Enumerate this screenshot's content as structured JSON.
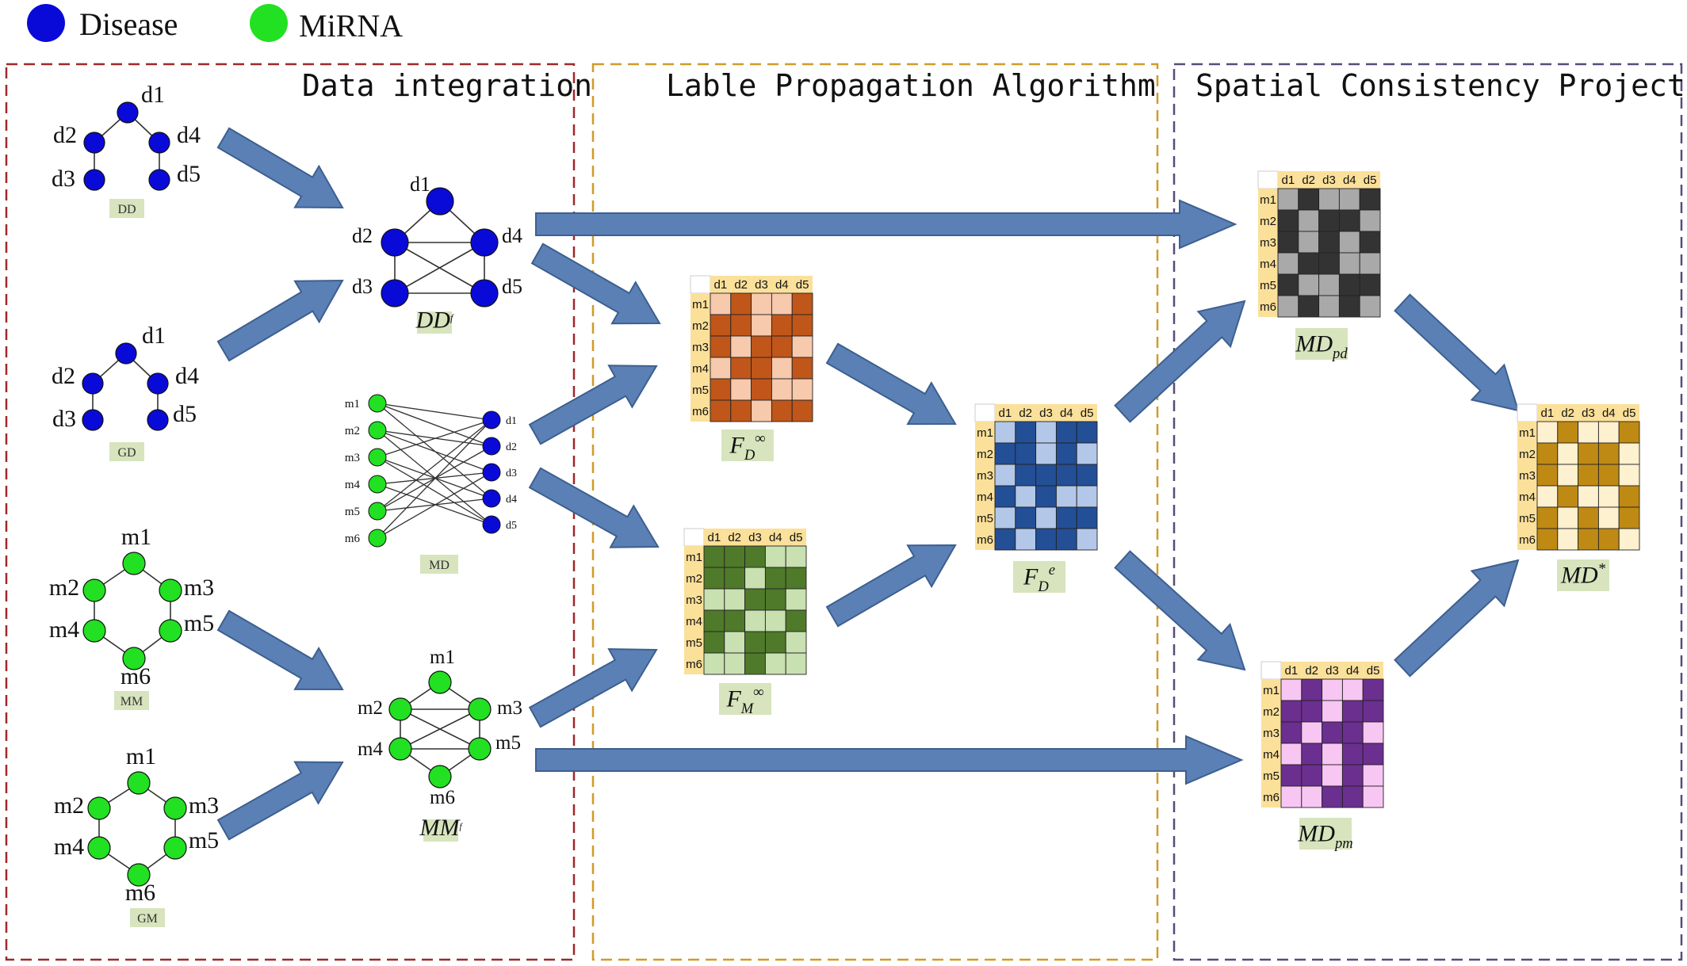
{
  "legend": {
    "disease": "Disease",
    "mirna": "MiRNA"
  },
  "colors": {
    "disease": "#0a0ad8",
    "mirna": "#22e022",
    "arrow": "#5b80b6",
    "arrow_edge": "#3d5f8f",
    "panel1_border": "#a0282a",
    "panel2_border": "#d29a28",
    "panel3_border": "#5a4a7a",
    "tag_bg": "#d7e4bd",
    "header_bg": "#fbe09a"
  },
  "sections": {
    "data_integration": "Data integration",
    "label_propagation": "Lable Propagation Algorithm",
    "spatial_projection": "Spatial Consistency Projection"
  },
  "graphs": {
    "dd": {
      "tag": "DD",
      "nodes": [
        "d1",
        "d2",
        "d4",
        "d3",
        "d5"
      ]
    },
    "gd": {
      "tag": "GD",
      "nodes": [
        "d1",
        "d2",
        "d4",
        "d3",
        "d5"
      ]
    },
    "ddf": {
      "nodes": [
        "d1",
        "d2",
        "d4",
        "d3",
        "d5"
      ]
    },
    "mm": {
      "tag": "MM",
      "nodes": [
        "m1",
        "m2",
        "m3",
        "m4",
        "m5",
        "m6"
      ]
    },
    "gm": {
      "tag": "GM",
      "nodes": [
        "m1",
        "m2",
        "m3",
        "m4",
        "m5",
        "m6"
      ]
    },
    "mmf": {
      "nodes": [
        "m1",
        "m2",
        "m3",
        "m4",
        "m5",
        "m6"
      ]
    },
    "md": {
      "tag": "MD",
      "left": [
        "m1",
        "m2",
        "m3",
        "m4",
        "m5",
        "m6"
      ],
      "right": [
        "d1",
        "d2",
        "d3",
        "d4",
        "d5"
      ]
    }
  },
  "matrix_headers": {
    "cols": [
      "d1",
      "d2",
      "d3",
      "d4",
      "d5"
    ],
    "rows": [
      "m1",
      "m2",
      "m3",
      "m4",
      "m5",
      "m6"
    ]
  },
  "matrices": {
    "fd_inf": {
      "dark": "#c0561a",
      "light": "#f7c9ad",
      "pattern": [
        [
          0,
          1,
          0,
          0,
          1
        ],
        [
          1,
          1,
          0,
          1,
          1
        ],
        [
          1,
          0,
          1,
          1,
          0
        ],
        [
          0,
          1,
          1,
          0,
          1
        ],
        [
          1,
          0,
          1,
          0,
          0
        ],
        [
          1,
          1,
          0,
          1,
          1
        ]
      ]
    },
    "fm_inf": {
      "dark": "#4f7a2a",
      "light": "#c9e0b0",
      "pattern": [
        [
          1,
          1,
          1,
          0,
          0
        ],
        [
          1,
          1,
          0,
          1,
          1
        ],
        [
          0,
          0,
          1,
          1,
          0
        ],
        [
          1,
          1,
          0,
          0,
          1
        ],
        [
          1,
          0,
          1,
          1,
          0
        ],
        [
          0,
          0,
          1,
          0,
          0
        ]
      ]
    },
    "fde": {
      "dark": "#234f96",
      "light": "#b3c8e8",
      "pattern": [
        [
          0,
          1,
          0,
          1,
          1
        ],
        [
          1,
          1,
          0,
          1,
          0
        ],
        [
          0,
          1,
          1,
          1,
          1
        ],
        [
          1,
          0,
          1,
          0,
          0
        ],
        [
          0,
          1,
          0,
          1,
          1
        ],
        [
          1,
          0,
          1,
          1,
          0
        ]
      ]
    },
    "mdpd": {
      "dark": "#333333",
      "light": "#a9a9a9",
      "pattern": [
        [
          0,
          1,
          0,
          0,
          1
        ],
        [
          1,
          0,
          1,
          1,
          0
        ],
        [
          1,
          0,
          1,
          0,
          1
        ],
        [
          0,
          1,
          1,
          0,
          0
        ],
        [
          1,
          0,
          0,
          1,
          1
        ],
        [
          0,
          1,
          0,
          1,
          0
        ]
      ]
    },
    "mdpm": {
      "dark": "#6b2f90",
      "light": "#f7c6f2",
      "pattern": [
        [
          0,
          1,
          0,
          0,
          1
        ],
        [
          1,
          1,
          0,
          1,
          1
        ],
        [
          1,
          0,
          1,
          1,
          0
        ],
        [
          0,
          1,
          0,
          1,
          1
        ],
        [
          1,
          1,
          0,
          1,
          0
        ],
        [
          0,
          0,
          1,
          1,
          0
        ]
      ]
    },
    "mdstar": {
      "dark": "#bf8a14",
      "light": "#fdf1cf",
      "pattern": [
        [
          0,
          1,
          0,
          0,
          1
        ],
        [
          1,
          0,
          1,
          1,
          0
        ],
        [
          1,
          0,
          1,
          1,
          0
        ],
        [
          0,
          1,
          0,
          0,
          1
        ],
        [
          1,
          0,
          1,
          0,
          1
        ],
        [
          1,
          0,
          1,
          1,
          0
        ]
      ]
    }
  },
  "matrix_labels": {
    "fd_inf": {
      "base": "F",
      "sub": "D",
      "sup": "∞"
    },
    "fm_inf": {
      "base": "F",
      "sub": "M",
      "sup": "∞"
    },
    "fde": {
      "base": "F",
      "sub": "D",
      "sup": "e"
    },
    "mdpd": {
      "base": "MD",
      "sub": "pd",
      "sup": ""
    },
    "mdpm": {
      "base": "MD",
      "sub": "pm",
      "sup": ""
    },
    "mdstar": {
      "base": "MD",
      "sub": "",
      "sup": "*"
    },
    "ddf": {
      "base": "DD",
      "sub": "",
      "sup": "f"
    },
    "mmf": {
      "base": "MM",
      "sub": "",
      "sup": "f"
    }
  }
}
